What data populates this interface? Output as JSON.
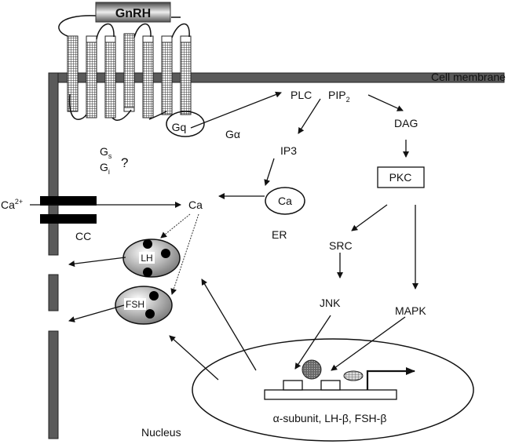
{
  "title": "GnRH receptor signaling in gonadotroph",
  "labels": {
    "gnrh": "GnRH",
    "cell_membrane": "Cell membrane",
    "gq": "Gq",
    "g_alpha": "Gα",
    "gs": "G",
    "gs_sub": "s",
    "gi": "G",
    "gi_sub": "i",
    "question": "?",
    "plc": "PLC",
    "pip2": "PIP",
    "pip2_sub": "2",
    "dag": "DAG",
    "ip3": "IP3",
    "pkc": "PKC",
    "ca_er": "Ca",
    "er": "ER",
    "ca_cyto": "Ca",
    "ca2_ext": "Ca",
    "ca2_ext_sup": "2+",
    "cc": "CC",
    "src": "SRC",
    "jnk": "JNK",
    "mapk": "MAPK",
    "lh": "LH",
    "fsh": "FSH",
    "genes": "α-subunit, LH-β, FSH-β",
    "nucleus": "Nucleus"
  },
  "colors": {
    "membrane": "#5a5a5a",
    "channel": "#000000",
    "line": "#111111"
  }
}
